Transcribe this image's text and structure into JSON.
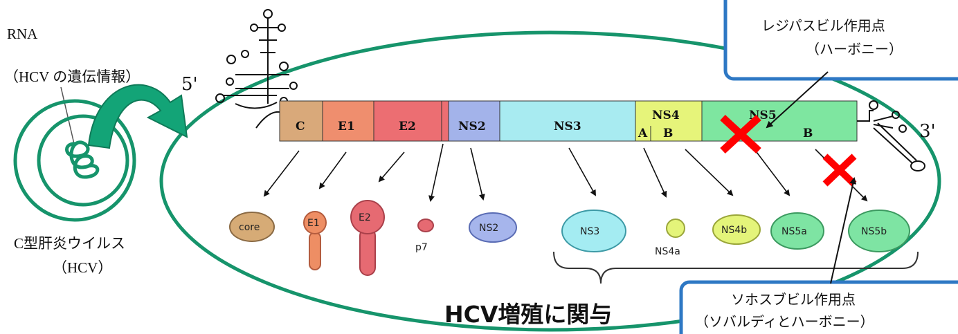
{
  "rna_label": "RNA",
  "rna_sublabel": "（HCV の遺伝情報）",
  "virus_label": "C型肝炎ウイルス",
  "virus_sublabel": "（HCV）",
  "five_prime": "5'",
  "three_prime": "3'",
  "genome_segments": [
    "C",
    "E1",
    "E2",
    "NS2",
    "NS3",
    "NS4",
    "A",
    "B",
    "NS5",
    "B"
  ],
  "proteins": [
    "core",
    "E1",
    "E2",
    "p7",
    "NS2",
    "NS3",
    "NS4a",
    "NS4b",
    "NS5a",
    "NS5b"
  ],
  "bracket_caption": "HCV増殖に関与",
  "callout_top": {
    "line1": "レジパスビル作用点",
    "line2": "（ハーボニー）"
  },
  "callout_bottom": {
    "line1": "ソホスブビル作用点",
    "line2": "（ソバルディとハーボニー）"
  },
  "colors": {
    "ellipse": "#16946b",
    "callout_border": "#2e78c4",
    "cross": "#ff0000",
    "seg_c": "#d9a97a",
    "seg_e1": "#ef8e6e",
    "seg_e2": "#ec6e72",
    "seg_ns2": "#a3b3ea",
    "seg_ns3": "#a8ebf1",
    "seg_ns4": "#e6f47a",
    "seg_ns5": "#7ee6a0"
  }
}
